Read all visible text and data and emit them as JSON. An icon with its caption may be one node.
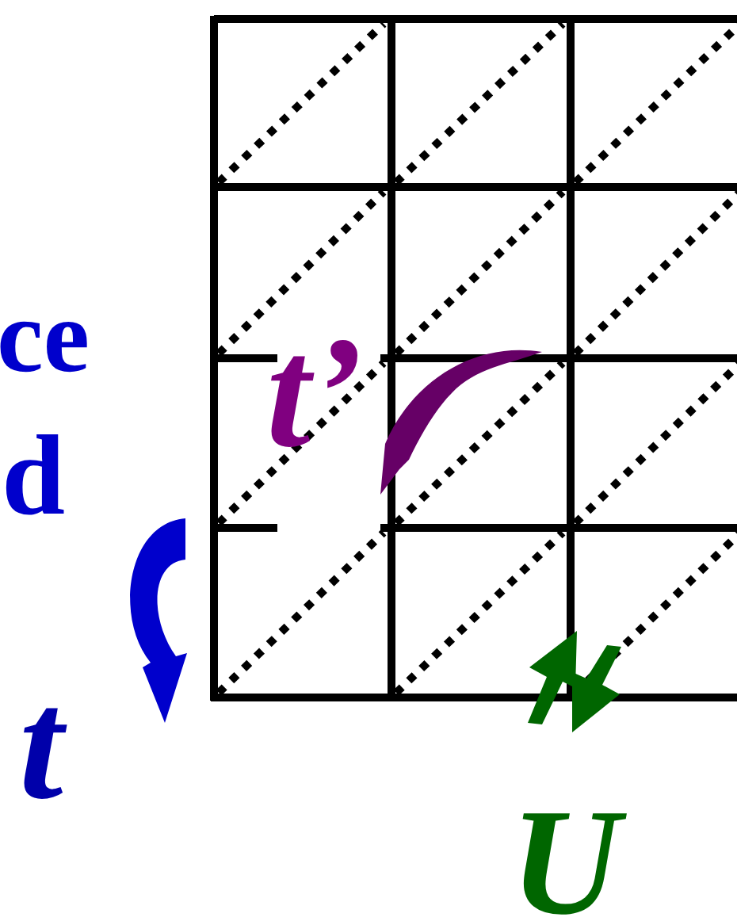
{
  "diagram": {
    "labels": [
      "ce",
      "d",
      "t’",
      "t",
      "U"
    ]
  }
}
